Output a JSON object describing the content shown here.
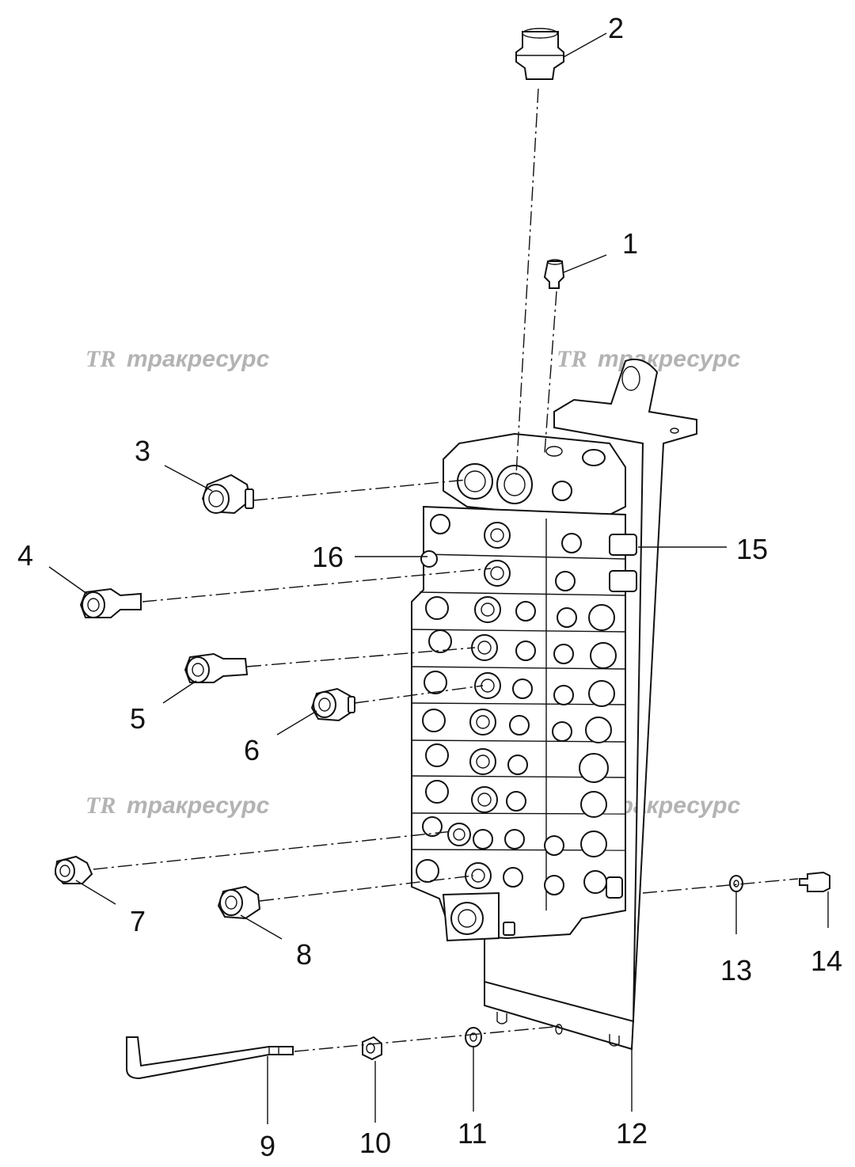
{
  "watermark": {
    "logo": "TR",
    "text": "тракресурс"
  },
  "callouts": [
    {
      "id": "1",
      "label": "1"
    },
    {
      "id": "2",
      "label": "2"
    },
    {
      "id": "3",
      "label": "3"
    },
    {
      "id": "4",
      "label": "4"
    },
    {
      "id": "5",
      "label": "5"
    },
    {
      "id": "6",
      "label": "6"
    },
    {
      "id": "7",
      "label": "7"
    },
    {
      "id": "8",
      "label": "8"
    },
    {
      "id": "9",
      "label": "9"
    },
    {
      "id": "10",
      "label": "10"
    },
    {
      "id": "11",
      "label": "11"
    },
    {
      "id": "12",
      "label": "12"
    },
    {
      "id": "13",
      "label": "13"
    },
    {
      "id": "14",
      "label": "14"
    },
    {
      "id": "15",
      "label": "15"
    },
    {
      "id": "16",
      "label": "16"
    }
  ],
  "colors": {
    "line": "#111111",
    "watermark": "#b3b3b3",
    "background": "#ffffff"
  }
}
